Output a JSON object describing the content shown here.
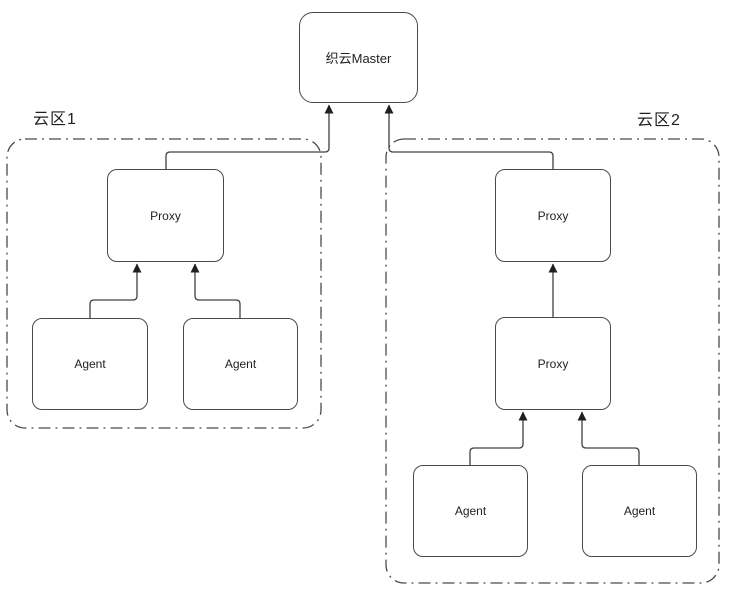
{
  "diagram": {
    "master_label": "织云Master",
    "region1": {
      "label": "云区1",
      "proxy_label": "Proxy",
      "agent1_label": "Agent",
      "agent2_label": "Agent"
    },
    "region2": {
      "label": "云区2",
      "proxy_upper_label": "Proxy",
      "proxy_lower_label": "Proxy",
      "agent1_label": "Agent",
      "agent2_label": "Agent"
    },
    "colors": {
      "line": "#404040",
      "box_border": "#4a4a4a",
      "text": "#1f1f1f",
      "background": "#ffffff"
    }
  }
}
